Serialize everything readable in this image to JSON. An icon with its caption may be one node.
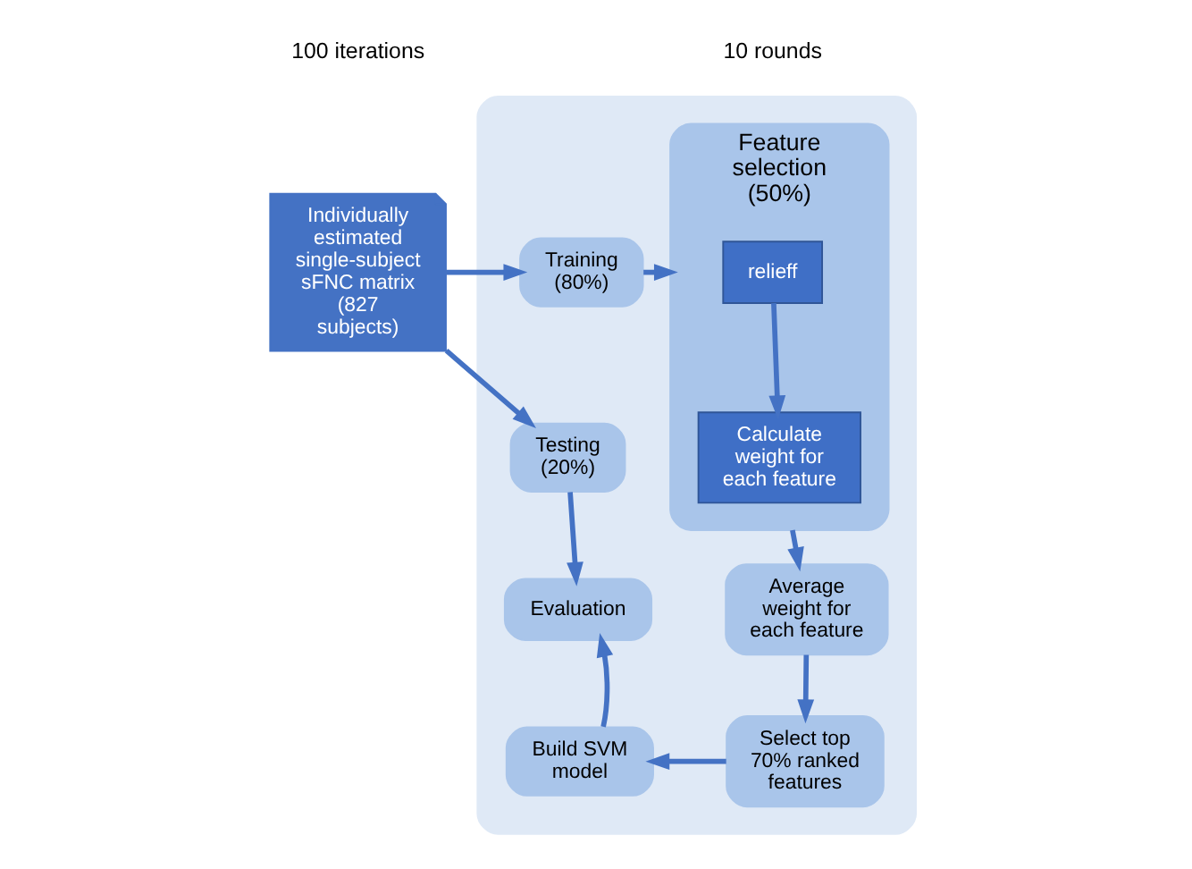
{
  "diagram": {
    "nodes": [
      {
        "text": [],
        "shape": "box"
      },
      {
        "text": [
          "Individually estimated single-subject sFNC matrix (827 subjects)"
        ]
      },
      {
        "text": [
          "Training (80%)"
        ],
        "in": 0
      },
      {
        "text": [
          "Feature selection (50%)"
        ],
        "in": 0
      },
      {
        "text": [
          "relieff"
        ],
        "in": 3
      },
      {
        "text": [
          "Calculate weight for each feature"
        ],
        "in": 3
      },
      {
        "text": [
          "Testing (20%)"
        ],
        "in": 0
      },
      {
        "text": [
          "Evaluation"
        ],
        "in": 0
      },
      {
        "text": [
          "Average weight for each feature"
        ],
        "in": 0
      },
      {
        "text": [
          "Build SVM model"
        ],
        "in": 0
      },
      {
        "text": [
          "Select top 70% ranked features"
        ],
        "in": 0
      }
    ],
    "edges": [
      {
        "from": 1,
        "to": 2,
        "arrow": "to"
      },
      {
        "from": 1,
        "to": 6,
        "arrow": "to"
      },
      {
        "from": 2,
        "to": 3,
        "arrow": "to"
      },
      {
        "from": 4,
        "to": 5,
        "arrow": "to"
      },
      {
        "from": 3,
        "to": 8,
        "arrow": "to"
      },
      {
        "from": 6,
        "to": 7,
        "arrow": "to"
      },
      {
        "from": 8,
        "to": 10,
        "arrow": "to"
      },
      {
        "from": 10,
        "to": 9,
        "arrow": "to"
      },
      {
        "from": 9,
        "to": 7,
        "arrow": "to"
      }
    ],
    "labels": [
      "100 iterations",
      "10 rounds"
    ]
  }
}
